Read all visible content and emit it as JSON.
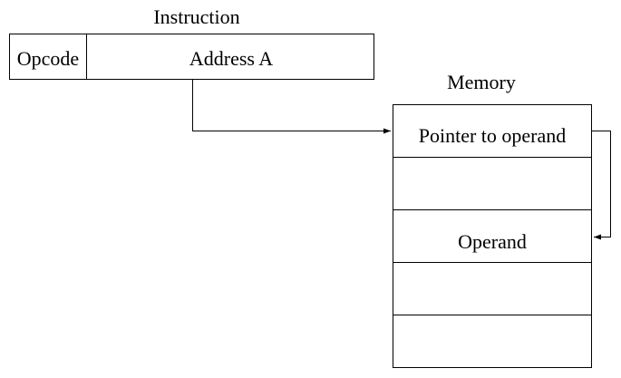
{
  "instruction": {
    "title": "Instruction",
    "opcode_label": "Opcode",
    "address_label": "Address A"
  },
  "memory": {
    "title": "Memory",
    "cells": [
      {
        "label": "Pointer to operand"
      },
      {
        "label": ""
      },
      {
        "label": "Operand"
      },
      {
        "label": ""
      },
      {
        "label": ""
      }
    ]
  },
  "colors": {
    "stroke": "#000000",
    "background": "#ffffff"
  }
}
